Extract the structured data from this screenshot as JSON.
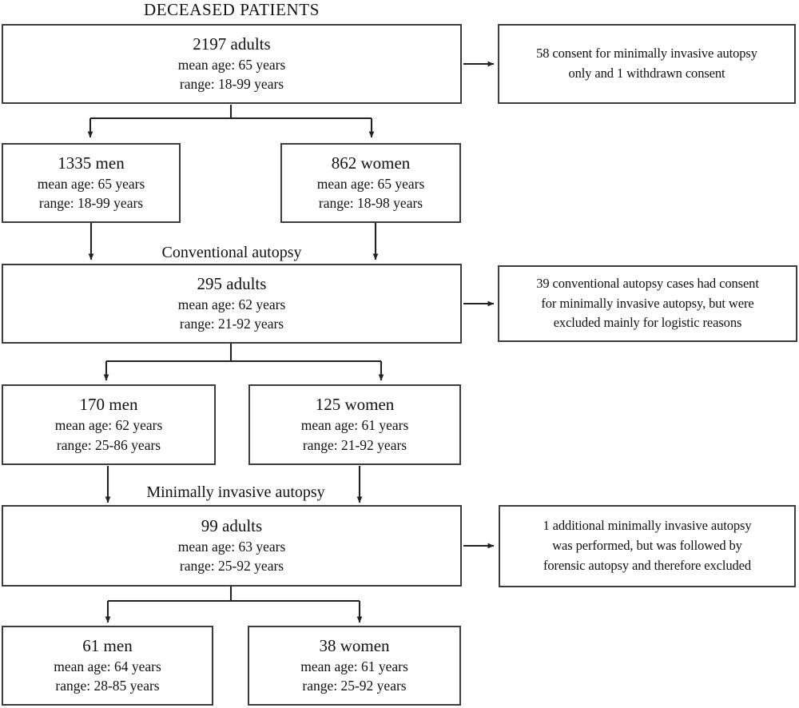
{
  "title": "DECEASED PATIENTS",
  "stage_labels": {
    "conventional": "Conventional autopsy",
    "minimally_invasive": "Minimally invasive autopsy"
  },
  "boxes": {
    "total": {
      "heading": "2197 adults",
      "mean_age": "mean age: 65 years",
      "range": "range: 18-99 years"
    },
    "total_men": {
      "heading": "1335 men",
      "mean_age": "mean age: 65 years",
      "range": "range: 18-99 years"
    },
    "total_women": {
      "heading": "862 women",
      "mean_age": "mean age: 65 years",
      "range": "range: 18-98 years"
    },
    "conventional": {
      "heading": "295 adults",
      "mean_age": "mean age: 62 years",
      "range": "range: 21-92 years"
    },
    "conventional_men": {
      "heading": "170 men",
      "mean_age": "mean age: 62 years",
      "range": "range: 25-86 years"
    },
    "conventional_women": {
      "heading": "125 women",
      "mean_age": "mean age: 61 years",
      "range": "range: 21-92 years"
    },
    "minimally_invasive": {
      "heading": "99 adults",
      "mean_age": "mean age: 63 years",
      "range": "range: 25-92 years"
    },
    "minimally_invasive_men": {
      "heading": "61 men",
      "mean_age": "mean age: 64 years",
      "range": "range: 28-85 years"
    },
    "minimally_invasive_women": {
      "heading": "38 women",
      "mean_age": "mean age: 61 years",
      "range": "range: 25-92 years"
    }
  },
  "notes": {
    "excluded_consent": {
      "line1": "58 consent for minimally invasive autopsy",
      "line2": "only and 1 withdrawn consent"
    },
    "excluded_logistic": {
      "line1": "39 conventional autopsy cases had consent",
      "line2": "for  minimally invasive autopsy, but were",
      "line3": "excluded mainly for logistic reasons"
    },
    "excluded_forensic": {
      "line1": "1 additional minimally invasive autopsy",
      "line2": "was  performed, but was followed by",
      "line3": "forensic  autopsy and therefore excluded"
    }
  },
  "colors": {
    "stroke": "#3c3c3c",
    "text": "#111111",
    "background": "#ffffff"
  }
}
